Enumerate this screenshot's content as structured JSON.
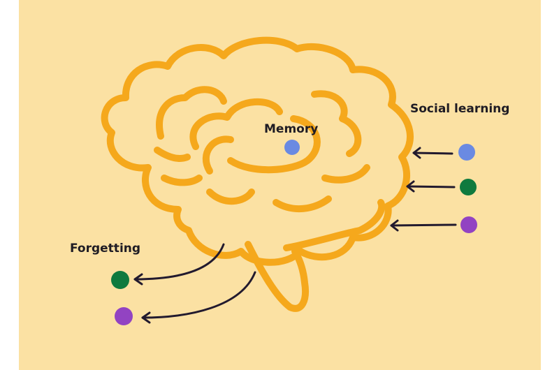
{
  "labels": {
    "social_learning": "Social learning",
    "memory": "Memory",
    "forgetting": "Forgetting"
  },
  "colors": {
    "background": "#fbe1a3",
    "brain_outline": "#f5a81c",
    "arrow": "#221a2e",
    "dot_blue": "#6a8ae2",
    "dot_green": "#0f7a3e",
    "dot_purple": "#9243c2"
  },
  "icons": [
    "brain-outline",
    "left-arrow",
    "dot"
  ]
}
